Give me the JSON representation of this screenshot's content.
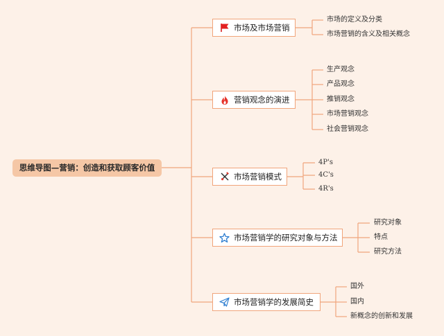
{
  "root": {
    "label": "思维导图—营销：创造和获取顾客价值"
  },
  "branches": [
    {
      "label": "市场及市场营销",
      "icon": "red-flag-icon",
      "children": [
        "市场的定义及分类",
        "市场营销的含义及相关概念"
      ]
    },
    {
      "label": "营销观念的演进",
      "icon": "flame-icon",
      "children": [
        "生产观念",
        "产品观念",
        "推销观念",
        "市场营销观念",
        "社会营销观念"
      ]
    },
    {
      "label": "市场营销模式",
      "icon": "tools-icon",
      "children": [
        "4P's",
        "4C's",
        "4R's"
      ]
    },
    {
      "label": "市场营销学的研究对象与方法",
      "icon": "star-icon",
      "children": [
        "研究对象",
        "特点",
        "研究方法"
      ]
    },
    {
      "label": "市场营销学的发展简史",
      "icon": "paper-plane-icon",
      "children": [
        "国外",
        "国内",
        "新概念的创新和发展"
      ]
    }
  ],
  "colors": {
    "background": "#fdf1e8",
    "line": "#f0a57c",
    "root_fill": "#f5c7a6",
    "node_border": "#f1a47a"
  }
}
